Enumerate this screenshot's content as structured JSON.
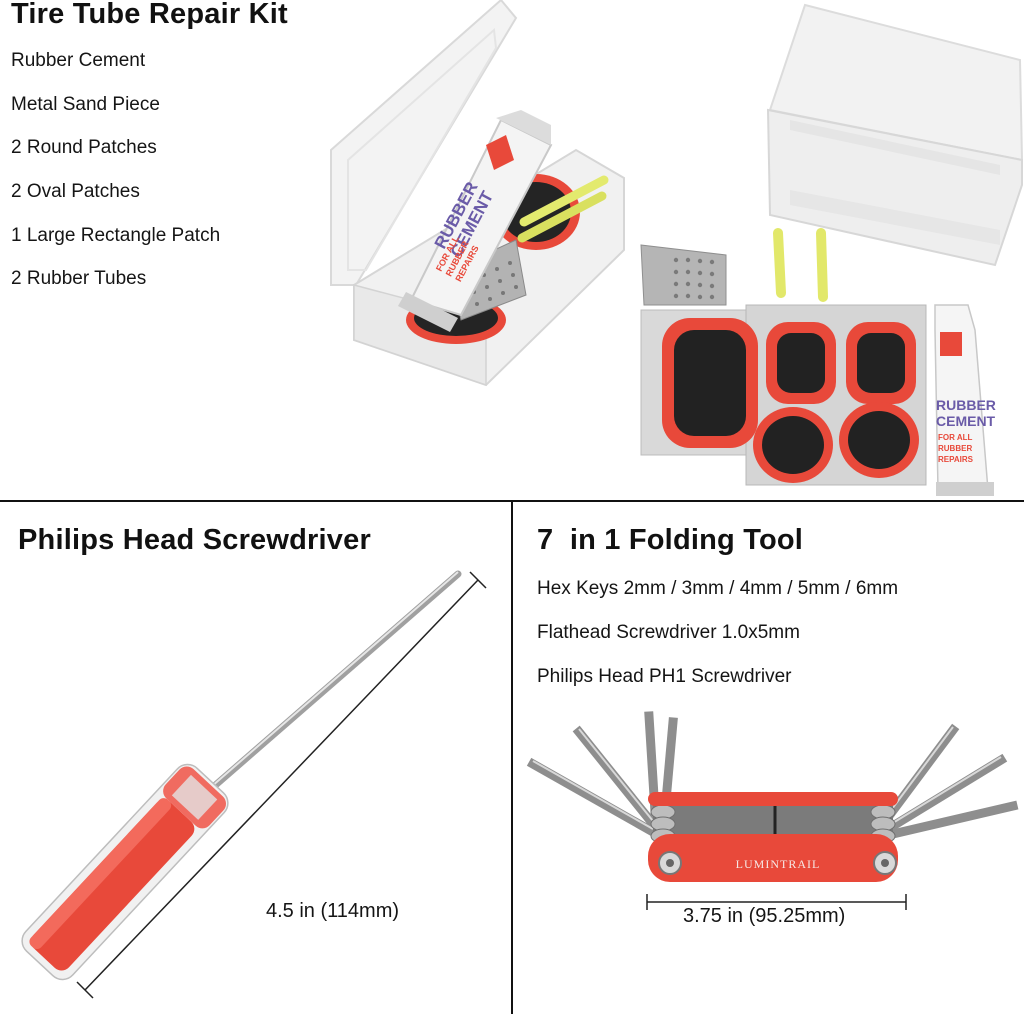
{
  "tire_kit": {
    "title": "Tire Tube Repair Kit",
    "items": [
      "Rubber Cement",
      "Metal Sand Piece",
      "2 Round Patches",
      "2 Oval Patches",
      "1 Large Rectangle Patch",
      "2 Rubber Tubes"
    ],
    "tube_label": {
      "line1": "RUBBER",
      "line2": "CEMENT",
      "line3": "FOR ALL",
      "line4": "RUBBER",
      "line5": "REPAIRS"
    }
  },
  "screwdriver": {
    "title": "Philips Head Screwdriver",
    "length": "4.5 in (114mm)"
  },
  "folding_tool": {
    "title": "7  in 1 Folding Tool",
    "items": [
      "Hex Keys 2mm / 3mm / 4mm / 5mm / 6mm",
      "Flathead Screwdriver 1.0x5mm",
      "Philips Head PH1 Screwdriver"
    ],
    "brand": "LUMINTRAIL",
    "length": "3.75 in (95.25mm)"
  },
  "colors": {
    "accent_red": "#e8493a",
    "rubber_black": "#232323",
    "divider": "#111111"
  }
}
